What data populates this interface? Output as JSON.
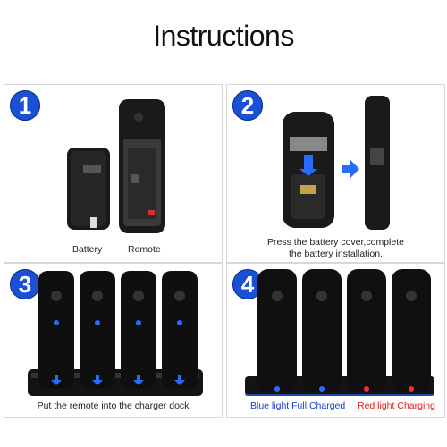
{
  "title": "Instructions",
  "steps": [
    {
      "number": "1",
      "captions": {
        "left": "Battery",
        "right": "Remote"
      }
    },
    {
      "number": "2",
      "caption_line1": "Press the battery cover,complete",
      "caption_line2": "the battery installation."
    },
    {
      "number": "3",
      "caption": "Put the remote into the charger dock"
    },
    {
      "number": "4",
      "caption_blue": "Blue light Full Charged",
      "caption_red": "Red light Charging"
    }
  ],
  "colors": {
    "badge": "#1a4fd6",
    "blue_led": "#2a6bff",
    "red_led": "#ff2a2a"
  }
}
